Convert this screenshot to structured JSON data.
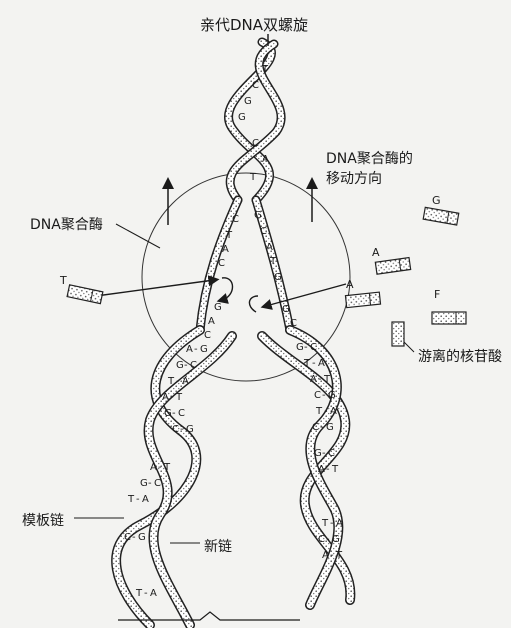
{
  "labels": {
    "title": "亲代DNA双螺旋",
    "polymerase_direction_line1": "DNA聚合酶的",
    "polymerase_direction_line2": "移动方向",
    "polymerase": "DNA聚合酶",
    "free_nucleotide": "游离的核苷酸",
    "template_strand": "模板链",
    "new_strand": "新链"
  },
  "free_nucleotides": [
    {
      "base": "G"
    },
    {
      "base": "A"
    },
    {
      "base": "T"
    },
    {
      "base": "A"
    },
    {
      "base": "F"
    }
  ],
  "parent_helix_bases": [
    "T",
    "C",
    "G",
    "G",
    "C",
    "A",
    "T"
  ],
  "fork_left_bases": [
    "C",
    "T",
    "A",
    "C",
    "G",
    "A",
    "C"
  ],
  "fork_right_bases": [
    "G",
    "C",
    "A",
    "T",
    "G",
    "G",
    "C"
  ],
  "daughter_left_pairs": [
    {
      "left": "A",
      "right": "G"
    },
    {
      "left": "G",
      "right": "C"
    },
    {
      "left": "T",
      "right": "A"
    },
    {
      "left": "A",
      "right": "T"
    },
    {
      "left": "G",
      "right": "C"
    },
    {
      "left": "C",
      "right": "G"
    }
  ],
  "daughter_right_pairs": [
    {
      "left": "G",
      "right": "C"
    },
    {
      "left": "T",
      "right": "A"
    },
    {
      "left": "A",
      "right": "T"
    },
    {
      "left": "C",
      "right": "G"
    },
    {
      "left": "T",
      "right": "A"
    },
    {
      "left": "C",
      "right": "G"
    }
  ],
  "bottom_left_pairs": [
    {
      "left": "A",
      "right": "T"
    },
    {
      "left": "G",
      "right": "C"
    },
    {
      "left": "T",
      "right": "A"
    },
    {
      "left": "C",
      "right": "G"
    },
    {
      "left": "T",
      "right": "A"
    }
  ],
  "bottom_right_pairs": [
    {
      "left": "G",
      "right": "C"
    },
    {
      "left": "A",
      "right": "T"
    },
    {
      "left": "T",
      "right": "A"
    },
    {
      "left": "C",
      "right": "G"
    },
    {
      "left": "A",
      "right": "T"
    }
  ],
  "colors": {
    "background": "#f3f3f1",
    "ink": "#1b1b1b",
    "stipple": "#6b6b6b"
  }
}
